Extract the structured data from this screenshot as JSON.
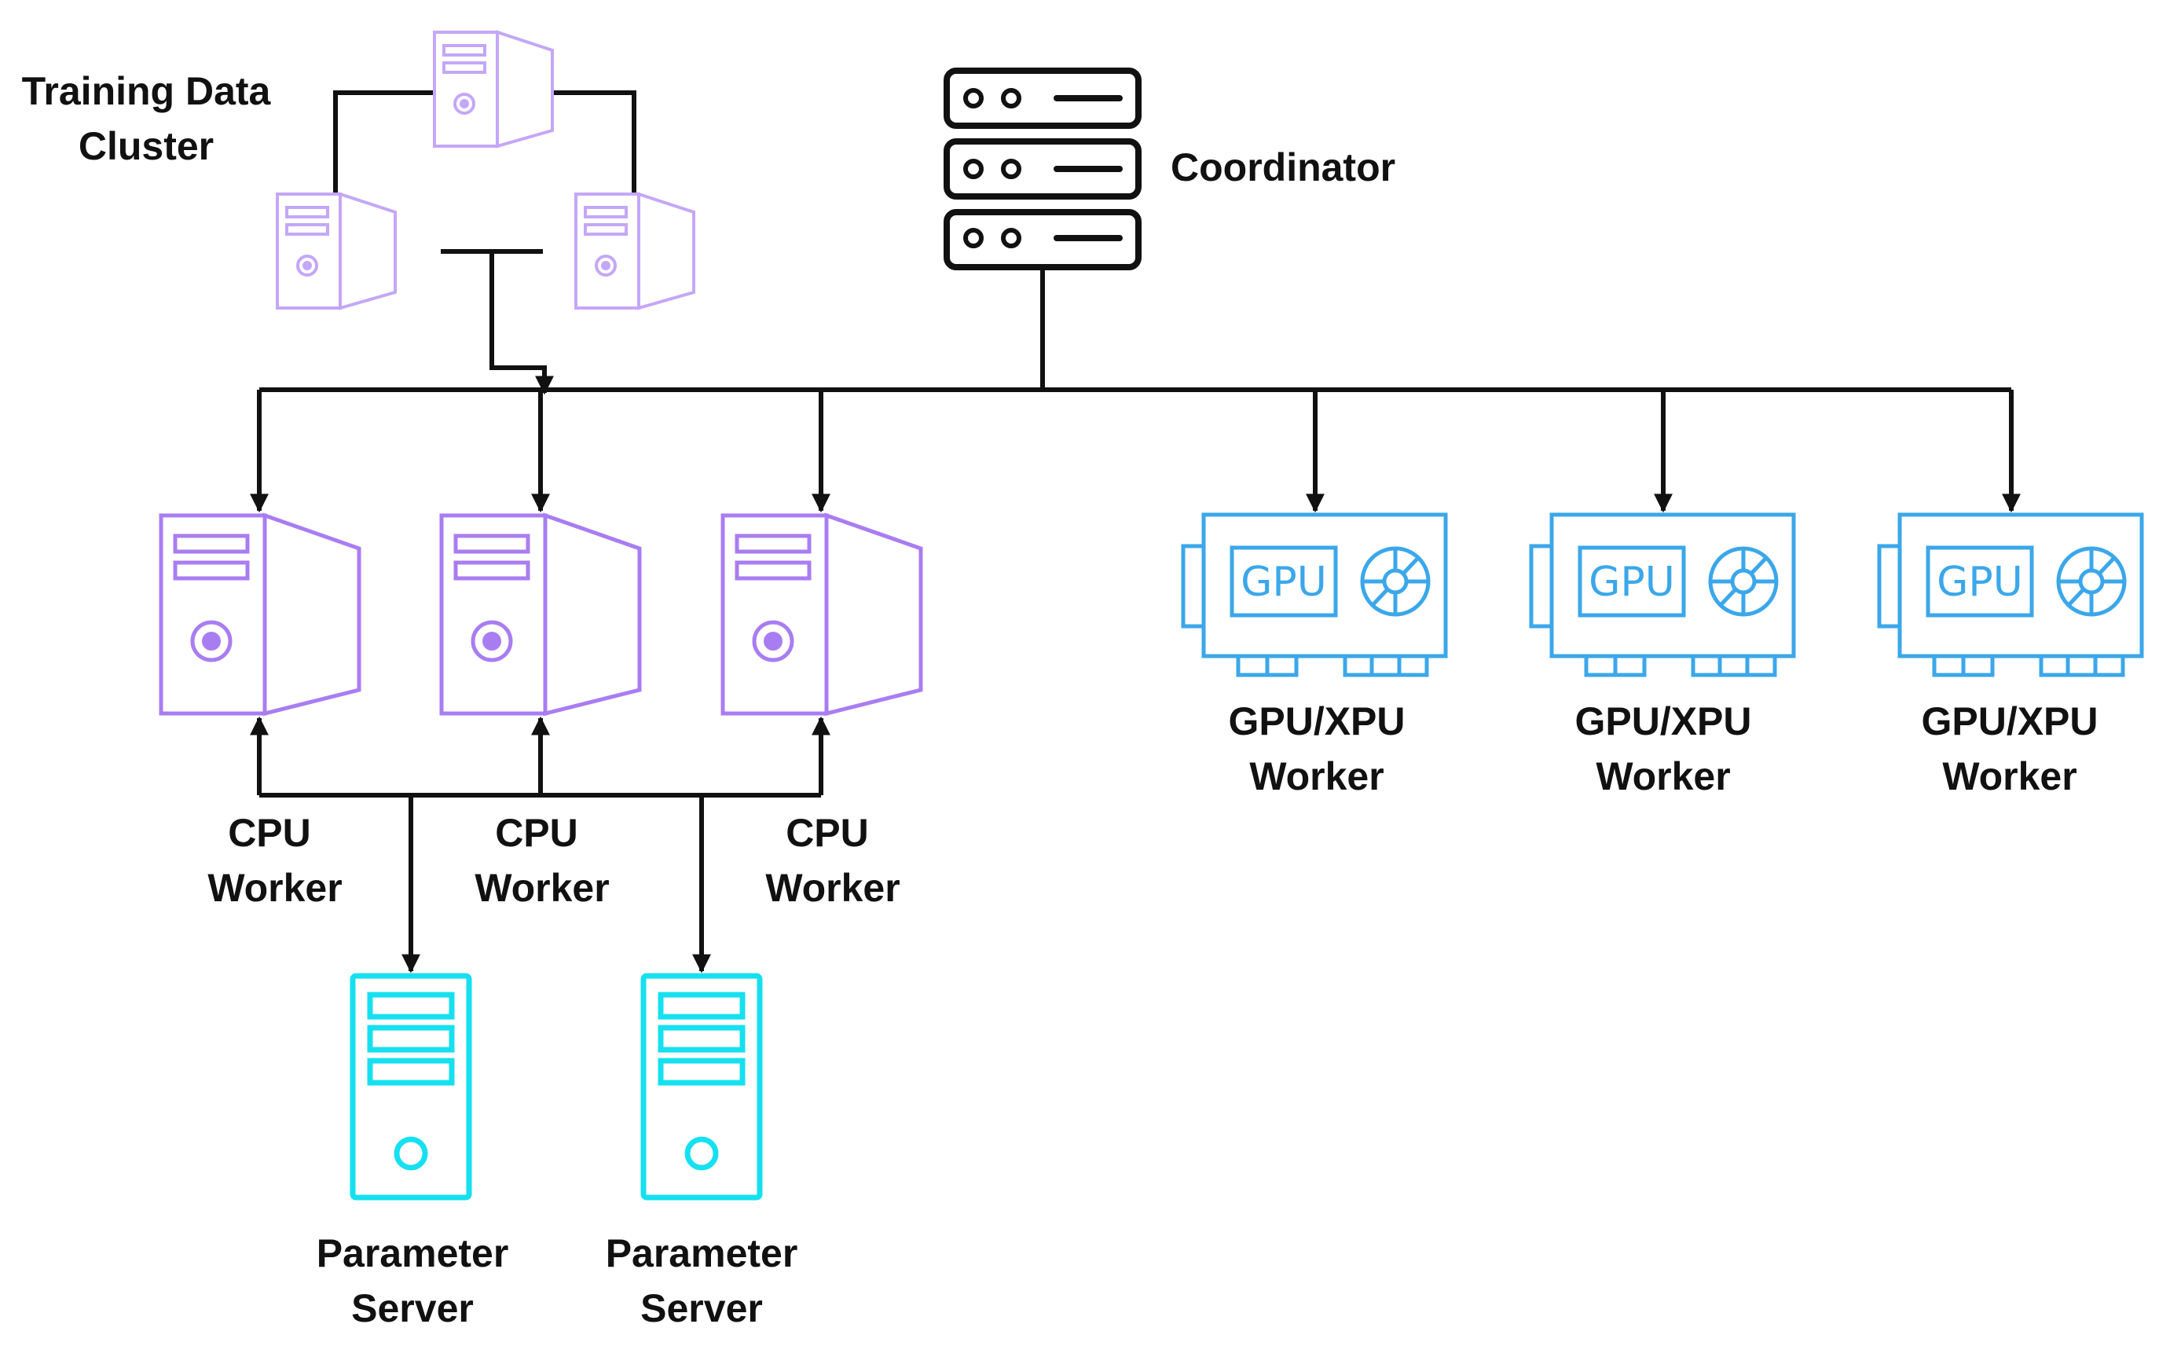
{
  "labels": {
    "training_data_cluster_line1": "Training Data",
    "training_data_cluster_line2": "Cluster",
    "coordinator": "Coordinator",
    "cpu_workers": [
      {
        "line1": "CPU",
        "line2": "Worker"
      },
      {
        "line1": "CPU",
        "line2": "Worker"
      },
      {
        "line1": "CPU",
        "line2": "Worker"
      }
    ],
    "gpu_workers": [
      {
        "line1": "GPU/XPU",
        "line2": "Worker"
      },
      {
        "line1": "GPU/XPU",
        "line2": "Worker"
      },
      {
        "line1": "GPU/XPU",
        "line2": "Worker"
      }
    ],
    "parameter_servers": [
      {
        "line1": "Parameter",
        "line2": "Server"
      },
      {
        "line1": "Parameter",
        "line2": "Server"
      }
    ],
    "gpu_chip_text": "GPU"
  },
  "colors": {
    "cpu_purple": "#a97df2",
    "cluster_purple": "#c4a7f7",
    "gpu_blue": "#3ba7ea",
    "parameter_server_cyan": "#16e0f0",
    "wire_black": "#111111"
  },
  "icons": {
    "cluster_nodes": "tower-computer-icon",
    "coordinator": "server-rack-icon",
    "cpu_worker": "tower-computer-icon",
    "gpu_worker": "graphics-card-icon",
    "parameter_server": "server-tower-icon"
  }
}
